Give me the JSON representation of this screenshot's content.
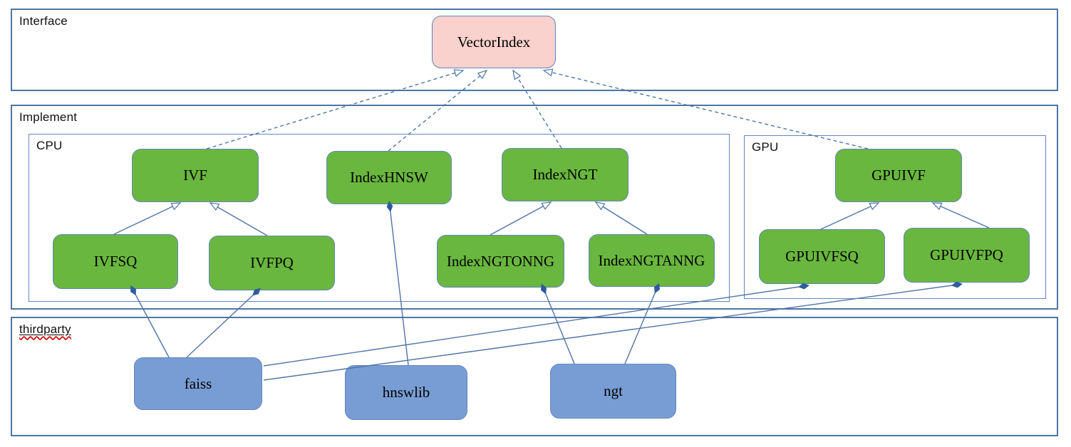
{
  "diagram": {
    "containers": {
      "interface": {
        "label": "Interface"
      },
      "implement": {
        "label": "Implement"
      },
      "cpu": {
        "label": "CPU"
      },
      "gpu": {
        "label": "GPU"
      },
      "thirdparty": {
        "label": "thirdparty",
        "spellcheck_underline": true
      }
    },
    "nodes": {
      "vectorindex": {
        "label": "VectorIndex",
        "group": "interface"
      },
      "ivf": {
        "label": "IVF",
        "group": "cpu"
      },
      "indexhnsw": {
        "label": "IndexHNSW",
        "group": "cpu"
      },
      "indexngt": {
        "label": "IndexNGT",
        "group": "cpu"
      },
      "ivfsq": {
        "label": "IVFSQ",
        "group": "cpu"
      },
      "ivfpq": {
        "label": "IVFPQ",
        "group": "cpu"
      },
      "indexngtonng": {
        "label": "IndexNGTONNG",
        "group": "cpu"
      },
      "indexngtanng": {
        "label": "IndexNGTANNG",
        "group": "cpu"
      },
      "gpuivf": {
        "label": "GPUIVF",
        "group": "gpu"
      },
      "gpuivfsq": {
        "label": "GPUIVFSQ",
        "group": "gpu"
      },
      "gpuivfpq": {
        "label": "GPUIVFPQ",
        "group": "gpu"
      },
      "faiss": {
        "label": "faiss",
        "group": "thirdparty"
      },
      "hnswlib": {
        "label": "hnswlib",
        "group": "thirdparty"
      },
      "ngt": {
        "label": "ngt",
        "group": "thirdparty"
      }
    },
    "edges": [
      {
        "from": "IVF",
        "to": "VectorIndex",
        "type": "realization"
      },
      {
        "from": "IndexHNSW",
        "to": "VectorIndex",
        "type": "realization"
      },
      {
        "from": "IndexNGT",
        "to": "VectorIndex",
        "type": "realization"
      },
      {
        "from": "GPUIVF",
        "to": "VectorIndex",
        "type": "realization"
      },
      {
        "from": "IVFSQ",
        "to": "IVF",
        "type": "generalization"
      },
      {
        "from": "IVFPQ",
        "to": "IVF",
        "type": "generalization"
      },
      {
        "from": "IndexNGTONNG",
        "to": "IndexNGT",
        "type": "generalization"
      },
      {
        "from": "IndexNGTANNG",
        "to": "IndexNGT",
        "type": "generalization"
      },
      {
        "from": "GPUIVFSQ",
        "to": "GPUIVF",
        "type": "generalization"
      },
      {
        "from": "GPUIVFPQ",
        "to": "GPUIVF",
        "type": "generalization"
      },
      {
        "from": "faiss",
        "to": "IVFSQ",
        "type": "composition"
      },
      {
        "from": "faiss",
        "to": "IVFPQ",
        "type": "composition"
      },
      {
        "from": "faiss",
        "to": "GPUIVFSQ",
        "type": "composition"
      },
      {
        "from": "faiss",
        "to": "GPUIVFPQ",
        "type": "composition"
      },
      {
        "from": "hnswlib",
        "to": "IndexHNSW",
        "type": "composition"
      },
      {
        "from": "ngt",
        "to": "IndexNGTONNG",
        "type": "composition"
      },
      {
        "from": "ngt",
        "to": "IndexNGTANNG",
        "type": "composition"
      }
    ],
    "colors": {
      "green_fill": "#69b73e",
      "blue_fill": "#789dd4",
      "pink_fill": "#f9d1cd",
      "node_border": "#6286bd",
      "container_border_outer": "#4c76a4",
      "container_border_inner": "#6286bd",
      "line_color": "#4f74a8",
      "diamond_color": "#2e5c9c",
      "spell_color": "#cc0000",
      "text_color": "#111111"
    }
  }
}
